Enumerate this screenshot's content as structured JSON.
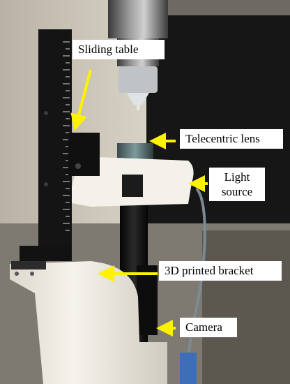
{
  "labels": {
    "sliding_table": "Sliding table",
    "telecentric_lens": "Telecentric lens",
    "light_source_line1": "Light",
    "light_source_line2": "source",
    "printed_bracket": "3D printed bracket",
    "camera": "Camera"
  },
  "colors": {
    "arrow": "#FFF200",
    "background_dark": "#1a1a1a",
    "bracket_white": "#f2f0e8",
    "rail_black": "#111111"
  }
}
